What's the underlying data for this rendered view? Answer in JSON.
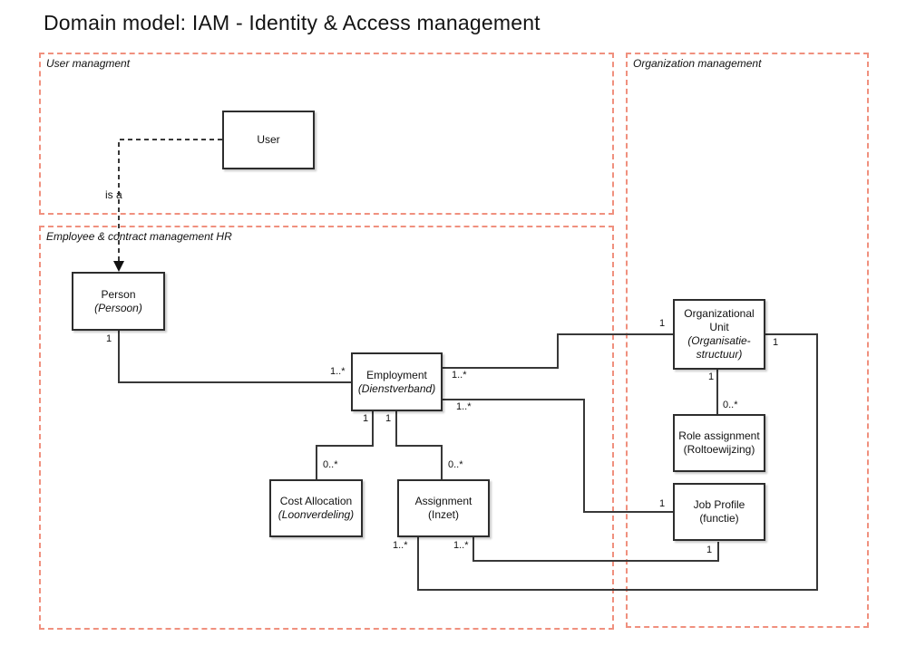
{
  "title": "Domain model: IAM - Identity & Access management",
  "boundaries": {
    "user_management": "User managment",
    "employee_contract": "Employee & contract management HR",
    "organization": "Organization management"
  },
  "nodes": {
    "user": {
      "name": "User",
      "alias": ""
    },
    "person": {
      "name": "Person",
      "alias": "(Persoon)"
    },
    "employment": {
      "name": "Employment",
      "alias": "(Dienstverband)"
    },
    "cost_allocation": {
      "name": "Cost Allocation",
      "alias": "(Loonverdeling)"
    },
    "assignment": {
      "name": "Assignment",
      "alias": "(Inzet)"
    },
    "org_unit": {
      "name": "Organizational Unit",
      "alias": "(Organisatie-structuur)"
    },
    "role_assignment": {
      "name": "Role assignment",
      "alias": "(Roltoewijzing)"
    },
    "job_profile": {
      "name": "Job Profile",
      "alias": "(functie)"
    }
  },
  "generalization_label": "is a",
  "multiplicities": {
    "person_employment": {
      "person_end": "1",
      "employment_end": "1..*"
    },
    "employment_orgunit": {
      "employment_end": "1..*",
      "orgunit_end": "1"
    },
    "employment_jobprofile": {
      "employment_end": "1..*",
      "jobprofile_end": "1"
    },
    "employment_costallocation": {
      "employment_end": "1",
      "costallocation_end": "0..*"
    },
    "employment_assignment": {
      "employment_end": "1",
      "assignment_end": "0..*"
    },
    "assignment_orgunit": {
      "assignment_end": "1..*",
      "orgunit_end": "1"
    },
    "assignment_jobprofile": {
      "assignment_end": "1..*",
      "jobprofile_end": "1"
    },
    "orgunit_roleassignment": {
      "orgunit_end": "1",
      "roleassignment_end": "0..*"
    }
  },
  "colors": {
    "boundary_dash": "#f0907e",
    "connector": "#383838",
    "box_border": "#2d2d2d",
    "background": "#ffffff"
  }
}
